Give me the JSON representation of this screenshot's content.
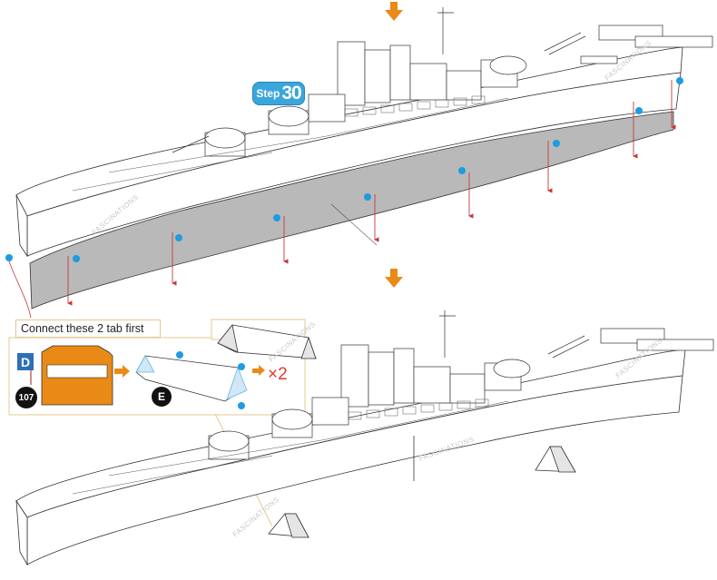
{
  "step": {
    "word": "Step",
    "number": "30"
  },
  "callout": {
    "text": "Connect these 2 tab first"
  },
  "parts": {
    "sheet_letter": "D",
    "part_number": "107",
    "stand_letter": "E"
  },
  "multiplier": "×2",
  "watermark": "FASCINATIONS",
  "colors": {
    "arrow_orange": "#e98a16",
    "blue_dot": "#1f9be0",
    "hull_gray": "#b9b9b9",
    "guide_red": "#c43a3a",
    "step_blue": "#3aa6dc",
    "part_orange": "#e98a16"
  }
}
